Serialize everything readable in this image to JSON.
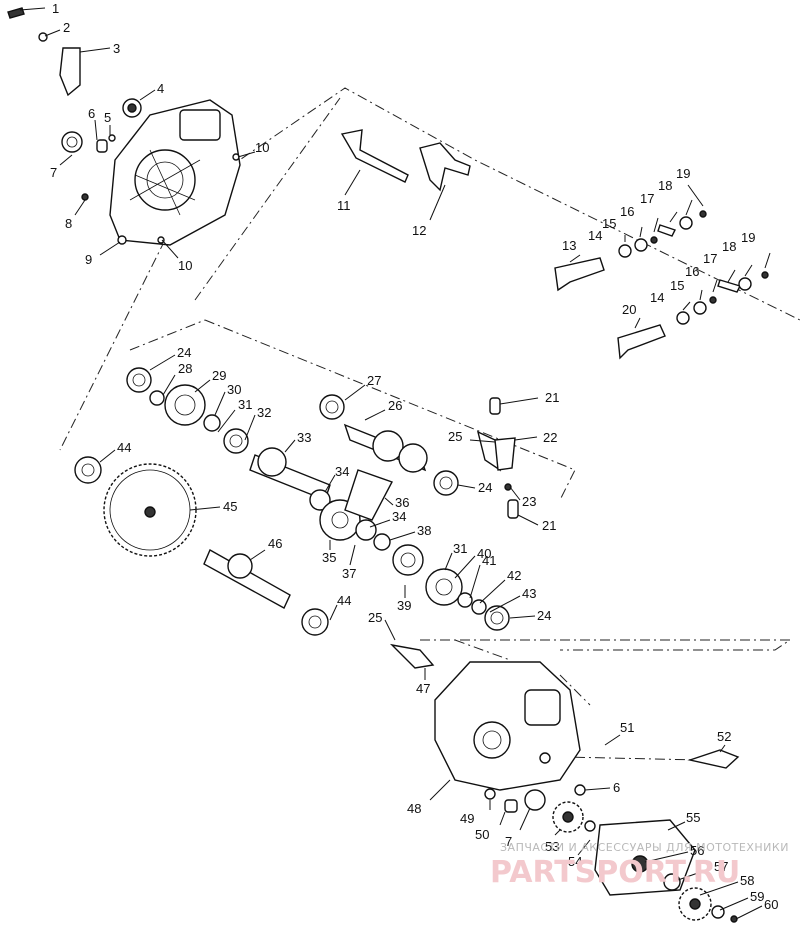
{
  "callouts": [
    {
      "n": "1",
      "label": "1"
    },
    {
      "n": "2",
      "label": "2"
    },
    {
      "n": "3",
      "label": "3"
    },
    {
      "n": "4",
      "label": "4"
    },
    {
      "n": "5",
      "label": "5"
    },
    {
      "n": "6a",
      "label": "6"
    },
    {
      "n": "7a",
      "label": "7"
    },
    {
      "n": "8",
      "label": "8"
    },
    {
      "n": "9",
      "label": "9"
    },
    {
      "n": "10a",
      "label": "10"
    },
    {
      "n": "10b",
      "label": "10"
    },
    {
      "n": "11",
      "label": "11"
    },
    {
      "n": "12",
      "label": "12"
    },
    {
      "n": "13",
      "label": "13"
    },
    {
      "n": "14a",
      "label": "14"
    },
    {
      "n": "15a",
      "label": "15"
    },
    {
      "n": "16a",
      "label": "16"
    },
    {
      "n": "17a",
      "label": "17"
    },
    {
      "n": "18a",
      "label": "18"
    },
    {
      "n": "19a",
      "label": "19"
    },
    {
      "n": "14b",
      "label": "14"
    },
    {
      "n": "15b",
      "label": "15"
    },
    {
      "n": "16b",
      "label": "16"
    },
    {
      "n": "17b",
      "label": "17"
    },
    {
      "n": "18b",
      "label": "18"
    },
    {
      "n": "19b",
      "label": "19"
    },
    {
      "n": "20",
      "label": "20"
    },
    {
      "n": "21a",
      "label": "21"
    },
    {
      "n": "22",
      "label": "22"
    },
    {
      "n": "25a",
      "label": "25"
    },
    {
      "n": "23",
      "label": "23"
    },
    {
      "n": "21b",
      "label": "21"
    },
    {
      "n": "24a",
      "label": "24"
    },
    {
      "n": "28",
      "label": "28"
    },
    {
      "n": "29",
      "label": "29"
    },
    {
      "n": "30",
      "label": "30"
    },
    {
      "n": "31a",
      "label": "31"
    },
    {
      "n": "32",
      "label": "32"
    },
    {
      "n": "27",
      "label": "27"
    },
    {
      "n": "26",
      "label": "26"
    },
    {
      "n": "33",
      "label": "33"
    },
    {
      "n": "24b",
      "label": "24"
    },
    {
      "n": "44a",
      "label": "44"
    },
    {
      "n": "45",
      "label": "45"
    },
    {
      "n": "34a",
      "label": "34"
    },
    {
      "n": "36",
      "label": "36"
    },
    {
      "n": "34b",
      "label": "34"
    },
    {
      "n": "38",
      "label": "38"
    },
    {
      "n": "35",
      "label": "35"
    },
    {
      "n": "37",
      "label": "37"
    },
    {
      "n": "46",
      "label": "46"
    },
    {
      "n": "31b",
      "label": "31"
    },
    {
      "n": "40",
      "label": "40"
    },
    {
      "n": "41",
      "label": "41"
    },
    {
      "n": "42",
      "label": "42"
    },
    {
      "n": "39",
      "label": "39"
    },
    {
      "n": "43",
      "label": "43"
    },
    {
      "n": "24c",
      "label": "24"
    },
    {
      "n": "44b",
      "label": "44"
    },
    {
      "n": "25b",
      "label": "25"
    },
    {
      "n": "47",
      "label": "47"
    },
    {
      "n": "51",
      "label": "51"
    },
    {
      "n": "52",
      "label": "52"
    },
    {
      "n": "6b",
      "label": "6"
    },
    {
      "n": "48",
      "label": "48"
    },
    {
      "n": "49",
      "label": "49"
    },
    {
      "n": "50",
      "label": "50"
    },
    {
      "n": "7b",
      "label": "7"
    },
    {
      "n": "53",
      "label": "53"
    },
    {
      "n": "55",
      "label": "55"
    },
    {
      "n": "56",
      "label": "56"
    },
    {
      "n": "54",
      "label": "54"
    },
    {
      "n": "57",
      "label": "57"
    },
    {
      "n": "58",
      "label": "58"
    },
    {
      "n": "59",
      "label": "59"
    },
    {
      "n": "60",
      "label": "60"
    }
  ],
  "watermark": {
    "tagline": "ЗАПЧАСТИ И АКСЕССУАРЫ ДЛЯ МОТОТЕХНИКИ",
    "brand": "PARTSPORT.RU"
  }
}
